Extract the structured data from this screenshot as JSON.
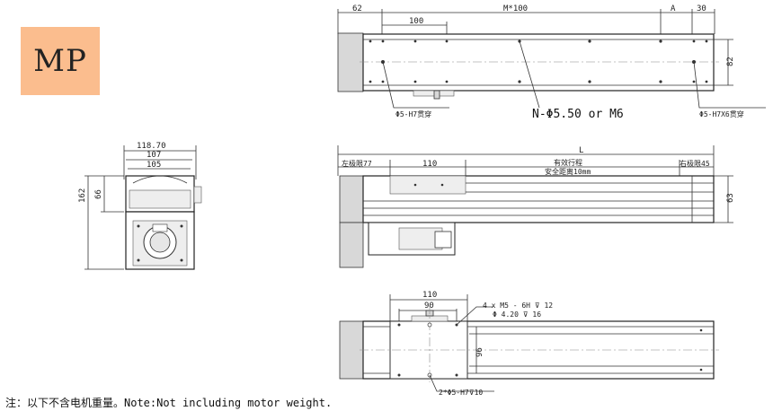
{
  "model": {
    "label": "MP"
  },
  "top_view": {
    "dim_left": "62",
    "dim_pitch": "100",
    "dim_span": "M*100",
    "dim_a": "A",
    "dim_right": "30",
    "dim_height": "82",
    "callout_left": "Φ5-H7贯穿",
    "callout_center": "N-Φ5.50 or M6",
    "callout_right": "Φ5-H7X6贯穿"
  },
  "end_view": {
    "dim_w1": "118.70",
    "dim_w2": "107",
    "dim_w3": "105",
    "dim_h_total": "162",
    "dim_h_rail": "66"
  },
  "side_view": {
    "dim_total": "L",
    "dim_left_limit": "左极限77",
    "dim_carriage": "110",
    "dim_stroke": "有效行程",
    "dim_safety": "安全距离10mm",
    "dim_right_limit": "右极限45",
    "dim_height": "63"
  },
  "bottom_view": {
    "dim_w110": "110",
    "dim_w90": "90",
    "dim_h96": "96",
    "callout_thread": "4 x  M5 - 6H ⊽ 12",
    "callout_hole": "Φ  4.20 ⊽ 16",
    "callout_pin": "2*Φ5-H7⊽10"
  },
  "footer": {
    "note": "注：以下不含电机重量。Note:Not including motor weight."
  }
}
